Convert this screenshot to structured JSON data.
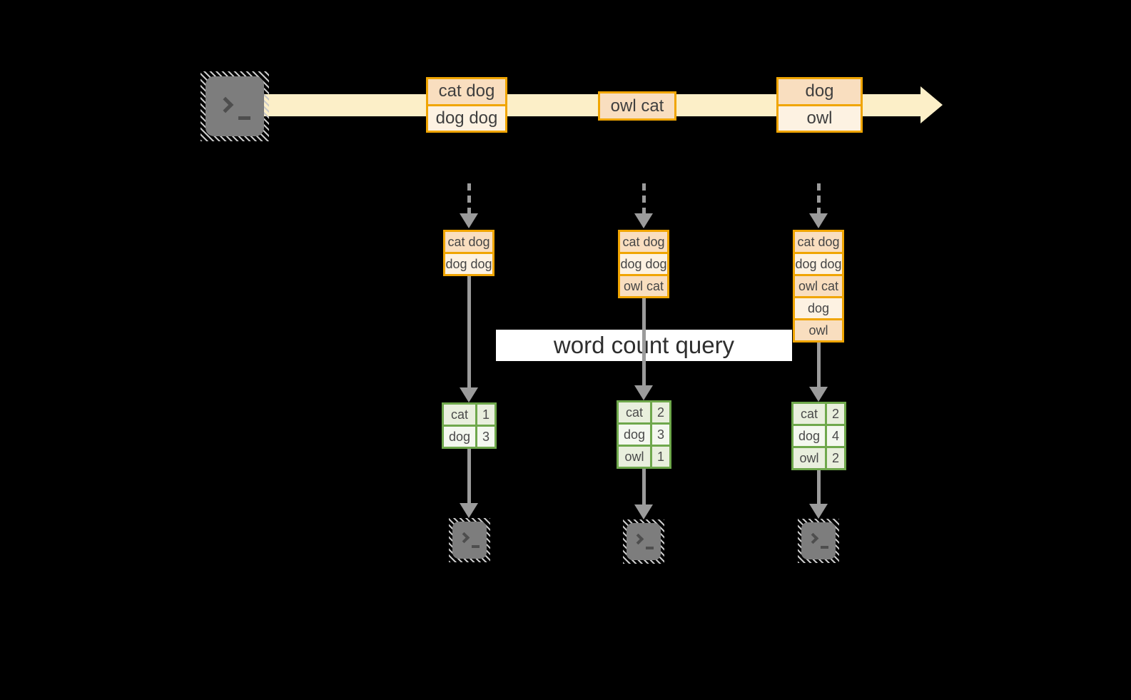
{
  "diagram": {
    "query_label": "word count query",
    "stream": {
      "source_icon": "terminal-icon",
      "events": [
        {
          "lines": [
            "cat dog",
            "dog dog"
          ]
        },
        {
          "lines": [
            "owl cat"
          ]
        },
        {
          "lines": [
            "dog",
            "owl"
          ]
        }
      ]
    },
    "columns": [
      {
        "buffer": [
          "cat dog",
          "dog dog"
        ],
        "counts": [
          {
            "word": "cat",
            "count": "1"
          },
          {
            "word": "dog",
            "count": "3"
          }
        ],
        "sink_icon": "terminal-icon"
      },
      {
        "buffer": [
          "cat dog",
          "dog dog",
          "owl cat"
        ],
        "counts": [
          {
            "word": "cat",
            "count": "2"
          },
          {
            "word": "dog",
            "count": "3"
          },
          {
            "word": "owl",
            "count": "1"
          }
        ],
        "sink_icon": "terminal-icon"
      },
      {
        "buffer": [
          "cat dog",
          "dog dog",
          "owl cat",
          "dog",
          "owl"
        ],
        "counts": [
          {
            "word": "cat",
            "count": "2"
          },
          {
            "word": "dog",
            "count": "4"
          },
          {
            "word": "owl",
            "count": "2"
          }
        ],
        "sink_icon": "terminal-icon"
      }
    ],
    "colors": {
      "background": "#000000",
      "stream_band": "#FCEFC8",
      "event_border": "#F0A502",
      "event_fill_dark": "#F9DEBF",
      "event_fill_light": "#FDF2E2",
      "table_border": "#6FA84C",
      "table_fill_dark": "#E9EFDD",
      "table_fill_light": "#F4F8EF",
      "arrow_gray": "#9B9B9B",
      "query_banner_bg": "#FFFFFF",
      "text": "#404040"
    }
  }
}
